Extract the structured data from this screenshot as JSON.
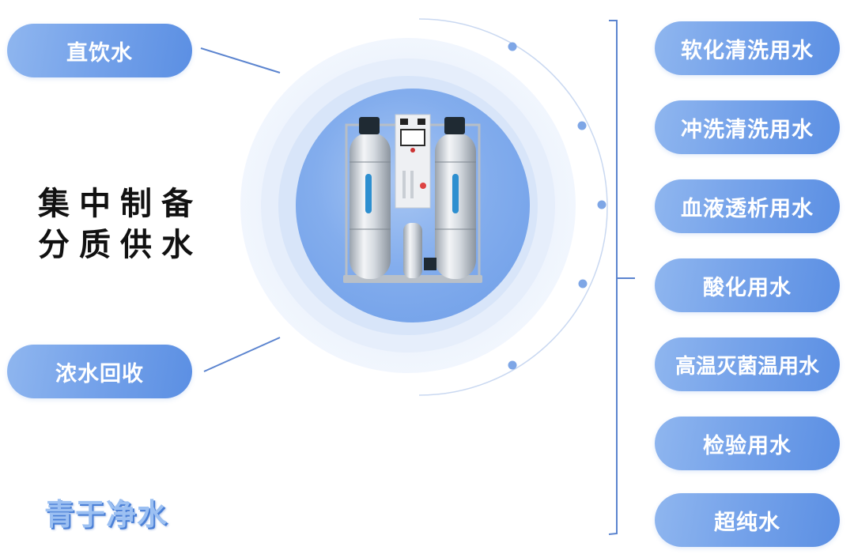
{
  "headline": {
    "line1": "集中制备",
    "line2": "分质供水"
  },
  "brand": "青于净水",
  "left_items": [
    {
      "label": "直饮水"
    },
    {
      "label": "浓水回收"
    }
  ],
  "right_items": [
    {
      "label": "软化清洗用水"
    },
    {
      "label": "冲洗清洗用水"
    },
    {
      "label": "血液透析用水"
    },
    {
      "label": "酸化用水"
    },
    {
      "label": "高温灭菌温用水"
    },
    {
      "label": "检验用水"
    },
    {
      "label": "超纯水"
    }
  ],
  "center": {
    "image": "water-purification-machine"
  },
  "colors": {
    "accent": "#5b8fe3",
    "pill_light": "#8fb6ef",
    "connector": "#5b84cf",
    "ring_core": "#6d9de8"
  }
}
